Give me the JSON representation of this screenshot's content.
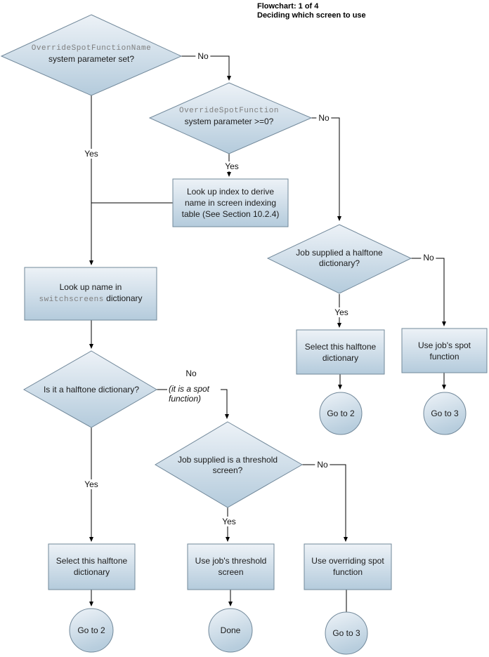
{
  "header": {
    "line1": "Flowchart: 1 of 4",
    "line2": "Deciding which screen to use"
  },
  "nodes": {
    "d1": {
      "code": "OverrideSpotFunctionName",
      "text": "system parameter set?"
    },
    "d2": {
      "code": "OverrideSpotFunction",
      "text": "system parameter >=0?"
    },
    "d3": {
      "text": "Job supplied a halftone dictionary?"
    },
    "d4": {
      "text": "Is it a halftone dictionary?"
    },
    "d5": {
      "text": "Job supplied is a threshold screen?"
    },
    "b_index": {
      "text": "Look up index to derive name in screen indexing table (See Section 10.2.4)"
    },
    "b_lookup": {
      "line1": "Look up name in",
      "code": "switchscreens",
      "suffix": "dictionary"
    },
    "b_select_mid": {
      "text": "Select this halftone dictionary"
    },
    "b_spot": {
      "text": "Use job's spot function"
    },
    "b_select_bottom": {
      "text": "Select this halftone dictionary"
    },
    "b_threshold": {
      "text": "Use job's threshold screen"
    },
    "b_override": {
      "text": "Use overriding spot function"
    },
    "c_goto2_mid": {
      "text": "Go to 2"
    },
    "c_goto3_mid": {
      "text": "Go to 3"
    },
    "c_goto2_bottom": {
      "text": "Go to 2"
    },
    "c_done": {
      "text": "Done"
    },
    "c_goto3_bottom": {
      "text": "Go to 3"
    }
  },
  "edge_labels": {
    "d1_no": "No",
    "d1_yes": "Yes",
    "d2_yes": "Yes",
    "d2_no": "No",
    "d3_yes": "Yes",
    "d3_no": "No",
    "d4_yes": "Yes",
    "d4_no": "No",
    "d4_no_note": "(it is a spot function)",
    "d5_yes": "Yes",
    "d5_no": "No"
  },
  "colors": {
    "shape_fill_top": "#edf2f7",
    "shape_fill_bottom": "#b4cbdc",
    "shape_border": "#71889a",
    "connector": "#000000",
    "code_text": "#7f7f7f",
    "body_text": "#1c1c1c"
  }
}
